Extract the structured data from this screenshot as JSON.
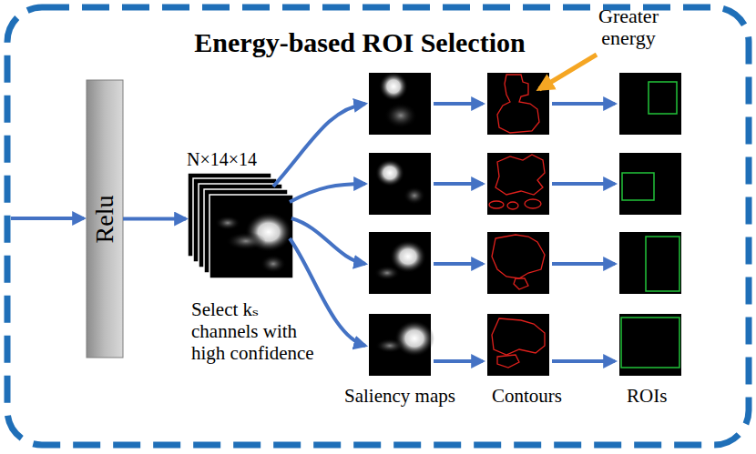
{
  "diagram": {
    "nodes": [
      {
        "text": [
          "Energy-based ROI Selection"
        ]
      },
      {
        "text": [
          "Relu"
        ],
        "in": 0
      },
      {
        "text": [
          "N×14×14",
          "Select kₛ channels with high confidence"
        ],
        "in": 0
      }
    ],
    "edges": [
      {
        "from": 1,
        "to": 2,
        "arrow": "to"
      }
    ],
    "labels": [
      "Greater energy",
      "Saliency maps",
      "Contours",
      "ROIs"
    ]
  }
}
